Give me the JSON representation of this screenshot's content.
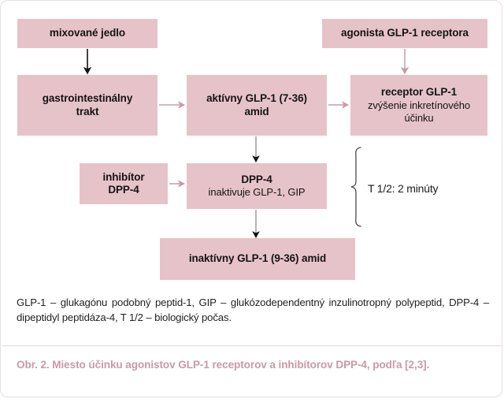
{
  "figure": {
    "colors": {
      "node_fill": "#e6c3c9",
      "pink_arrow": "#c99aa4",
      "gray_arrow": "#9a9a9a",
      "black_arrow": "#111111",
      "caption_text": "#c99aa4",
      "card_border": "#e3e0e0",
      "divider": "#e3dede"
    },
    "nodes": [
      {
        "id": "mixed-meal",
        "bold_line": "mixované jedlo",
        "regular_lines": []
      },
      {
        "id": "gi-tract",
        "bold_line": "gastrointestinálny\ntrakt",
        "regular_lines": []
      },
      {
        "id": "active-glp1",
        "bold_line": "aktívny GLP-1 (7-36)\namid",
        "regular_lines": []
      },
      {
        "id": "glp1-agonist",
        "bold_line": "agonista GLP-1 receptora",
        "regular_lines": []
      },
      {
        "id": "glp1-receptor",
        "bold_line": "receptor GLP-1",
        "regular_lines": [
          "zvýšenie inkretínového",
          "účinku"
        ]
      },
      {
        "id": "dpp4-inhibitor",
        "bold_line": "inhibítor\nDPP-4",
        "regular_lines": []
      },
      {
        "id": "dpp4",
        "bold_line": "DPP-4",
        "regular_lines": [
          "inaktivuje GLP-1, GIP"
        ]
      },
      {
        "id": "inactive-glp1",
        "bold_line": "inaktívny GLP-1 (9-36) amid",
        "regular_lines": []
      }
    ],
    "node_text": {
      "mixed_meal": "mixované jedlo",
      "gi_tract_line1": "gastrointestinálny",
      "gi_tract_line2": "trakt",
      "active_glp1_line1": "aktívny GLP-1 (7-36)",
      "active_glp1_line2": "amid",
      "glp1_agonist": "agonista GLP-1 receptora",
      "glp1_receptor_title": "receptor GLP-1",
      "glp1_receptor_line1": "zvýšenie inkretínového",
      "glp1_receptor_line2": "účinku",
      "dpp4_inhibitor_line1": "inhibítor",
      "dpp4_inhibitor_line2": "DPP-4",
      "dpp4_title": "DPP-4",
      "dpp4_subtitle": "inaktivuje GLP-1, GIP",
      "inactive_glp1": "inaktívny GLP-1 (9-36) amid"
    },
    "annotations": {
      "half_life": "T 1/2: 2 minúty"
    },
    "abbreviations": "GLP-1 – glukagónu podobný peptid-1, GIP – glukózodependentný inzulinotropný polypeptid, DPP-4 – dipeptidyl peptidáza-4, T 1/2 – biologický počas.",
    "caption": "Obr. 2. Miesto účinku agonistov GLP-1 receptorov a inhibítorov DPP-4, podľa [2,3]."
  }
}
